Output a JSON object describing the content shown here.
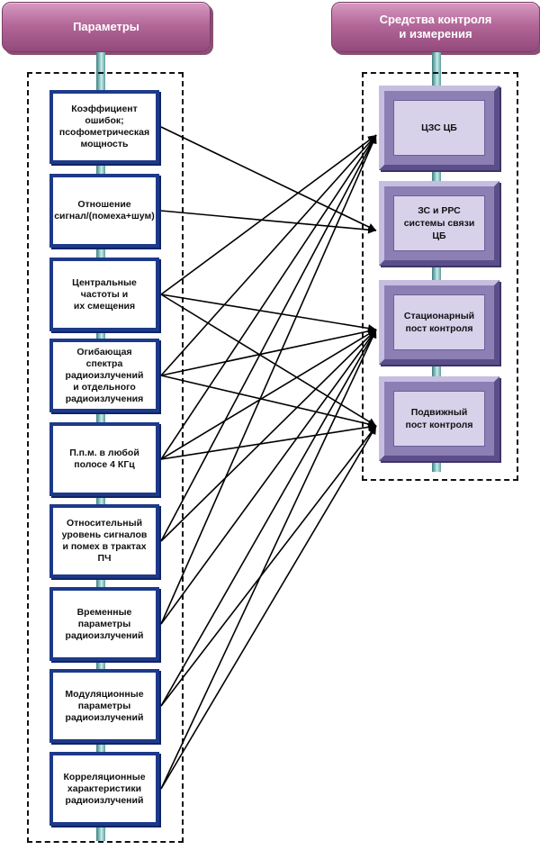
{
  "headers": {
    "left": "Параметры",
    "right": [
      "Средства контроля",
      "и измерения"
    ]
  },
  "parameters": [
    [
      "Коэффициент",
      "ошибок;",
      "псофометрическая",
      "мощность"
    ],
    [
      "Отношение",
      "сигнал/(помеха+шум)"
    ],
    [
      "Центральные",
      "частоты и",
      "их смещения"
    ],
    [
      "Огибающая",
      "спектра",
      "радиоизлучений",
      "и отдельного",
      "радиоизлучения"
    ],
    [
      "П.п.м. в любой",
      "полосе 4 КГц"
    ],
    [
      "Относительный",
      "уровень сигналов",
      "и помех в трактах",
      "ПЧ"
    ],
    [
      "Временные",
      "параметры",
      "радиоизлучений"
    ],
    [
      "Модуляционные",
      "параметры",
      "радиоизлучений"
    ],
    [
      "Корреляционные",
      "характеристики",
      "радиоизлучений"
    ]
  ],
  "tools": [
    [
      "ЦЗС  ЦБ"
    ],
    [
      "ЗС и РРС",
      "системы связи",
      "ЦБ"
    ],
    [
      "Стационарный",
      "пост контроля"
    ],
    [
      "Подвижный",
      "пост контроля"
    ]
  ],
  "links": [
    [
      0,
      1
    ],
    [
      1,
      1
    ],
    [
      2,
      0
    ],
    [
      2,
      2
    ],
    [
      2,
      3
    ],
    [
      3,
      0
    ],
    [
      3,
      2
    ],
    [
      3,
      3
    ],
    [
      4,
      0
    ],
    [
      4,
      2
    ],
    [
      4,
      3
    ],
    [
      5,
      0
    ],
    [
      5,
      2
    ],
    [
      6,
      0
    ],
    [
      6,
      2
    ],
    [
      7,
      2
    ],
    [
      7,
      3
    ],
    [
      8,
      2
    ],
    [
      8,
      3
    ]
  ]
}
